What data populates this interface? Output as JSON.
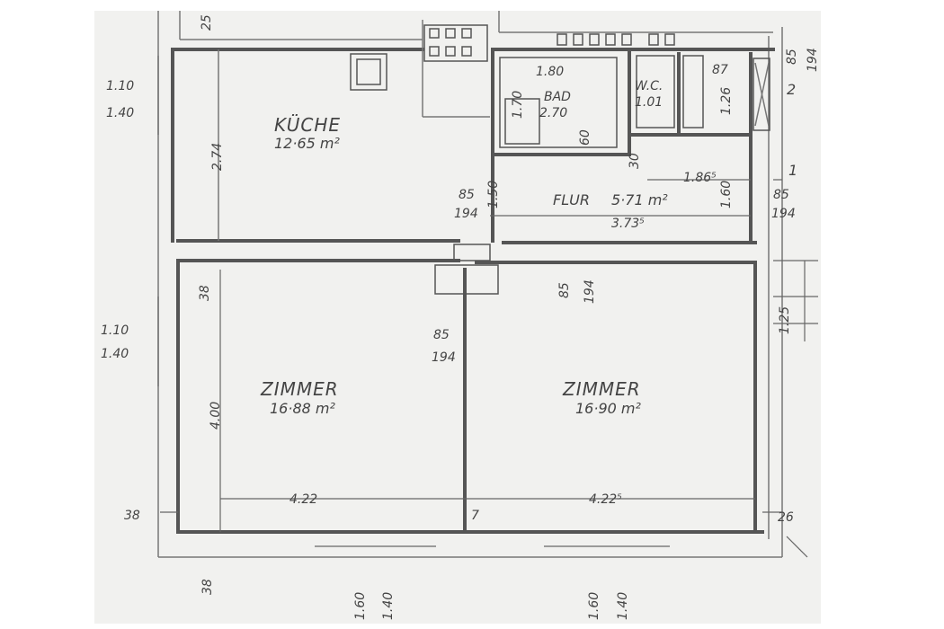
{
  "rooms": {
    "kueche": {
      "name": "KÜCHE",
      "area": "12·65 m²"
    },
    "bad": {
      "name": "BAD"
    },
    "wc": {
      "name": "W.C."
    },
    "flur": {
      "name": "FLUR",
      "area": "5·71 m²"
    },
    "zimmer_left": {
      "name": "ZIMMER",
      "area": "16·88 m²"
    },
    "zimmer_right": {
      "name": "ZIMMER",
      "area": "16·90 m²"
    }
  },
  "dimensions": {
    "left_window_top": {
      "w": "1.10",
      "h": "1.40"
    },
    "left_window_mid": {
      "w": "1.10",
      "h": "1.40"
    },
    "kitchen_height": "2.74",
    "zimmer_height": "4.00",
    "zimmer_left_width": "4.22",
    "zimmer_right_width": "4.22⁵",
    "flur_width": "3.73⁵",
    "flur_side": "1.86⁵",
    "bath_width": "1.80",
    "bath_len": "2.70",
    "bath_small": "1.70",
    "wc_width": "1.01",
    "wc_87": "87",
    "wc_126": "1.26",
    "wall_38_a": "38",
    "wall_38_b": "38",
    "wall_38_c": "38",
    "wall_25": "25",
    "wall_26": "26",
    "wall_7": "7",
    "wall_30": "30",
    "wall_60": "60",
    "wall_150": "1.50",
    "wall_160": "1.60",
    "door_85_a": "85",
    "door_194_a": "194",
    "door_85_b": "85",
    "door_194_b": "194",
    "door_85_c": "85",
    "door_194_c": "194",
    "door_85_d": "85",
    "door_194_d": "194",
    "door_85_e": "85",
    "door_194_e": "194",
    "bottom_win_1": {
      "w": "1.60",
      "h": "1.40"
    },
    "bottom_win_2": {
      "w": "1.60",
      "h": "1.40"
    },
    "stair_1": "1",
    "stair_2": "2",
    "right_125": "1.25"
  }
}
